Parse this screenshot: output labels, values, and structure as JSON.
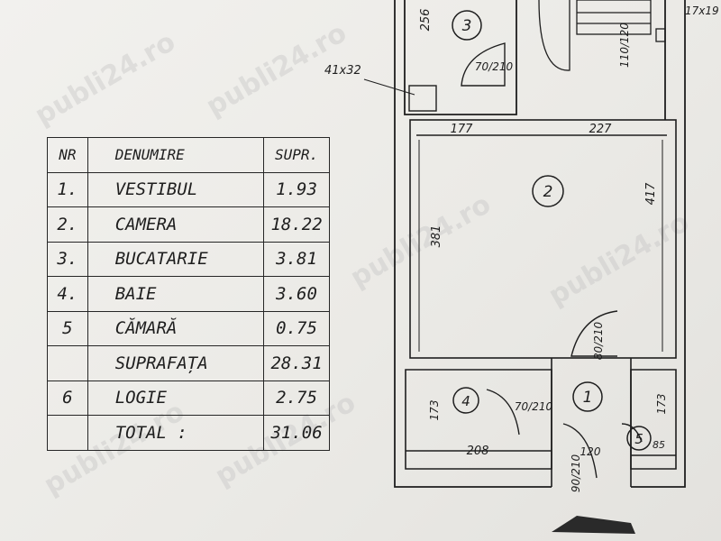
{
  "watermark": "publi24.ro",
  "table": {
    "headers": {
      "nr": "NR",
      "name": "DENUMIRE",
      "area": "SUPR."
    },
    "rows": [
      {
        "nr": "1.",
        "name": "VESTIBUL",
        "area": "1.93"
      },
      {
        "nr": "2.",
        "name": "CAMERA",
        "area": "18.22"
      },
      {
        "nr": "3.",
        "name": "BUCATARIE",
        "area": "3.81"
      },
      {
        "nr": "4.",
        "name": "BAIE",
        "area": "3.60"
      },
      {
        "nr": "5",
        "name": "CĂMARĂ",
        "area": "0.75"
      },
      {
        "nr": "",
        "name": "SUPRAFAȚA",
        "area": "28.31"
      },
      {
        "nr": "6",
        "name": "LOGIE",
        "area": "2.75"
      },
      {
        "nr": "",
        "name": "TOTAL :",
        "area": "31.06"
      }
    ]
  },
  "plan": {
    "room_numbers": [
      "1",
      "2",
      "3",
      "4",
      "5"
    ],
    "dims": {
      "d_256": "256",
      "d_41x32": "41x32",
      "d_17x19": "17x19",
      "door_70_210_top": "70/210",
      "window_110_120": "110/120",
      "d_177": "177",
      "d_227": "227",
      "d_381": "381",
      "d_417": "417",
      "door_80_210": "80/210",
      "door_70_210_bath": "70/210",
      "d_173_left": "173",
      "d_173_right": "173",
      "d_208": "208",
      "d_120": "120",
      "door_90_210": "90/210",
      "d_85": "85"
    }
  }
}
